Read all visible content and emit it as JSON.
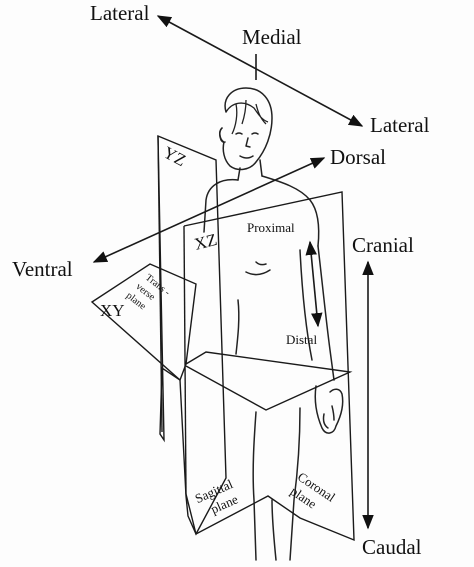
{
  "labels": {
    "lateral_left": "Lateral",
    "medial": "Medial",
    "lateral_right": "Lateral",
    "dorsal": "Dorsal",
    "ventral": "Ventral",
    "cranial": "Cranial",
    "caudal": "Caudal",
    "proximal": "Proximal",
    "distal": "Distal",
    "yz": "YZ",
    "xz": "XZ",
    "xy": "XY",
    "transverse_line1": "Trans -",
    "transverse_line2": "verse",
    "transverse_line3": "plane",
    "sagittal_line1": "Sagittal",
    "sagittal_line2": "plane",
    "coronal_line1": "Coronal",
    "coronal_line2": "plane"
  },
  "colors": {
    "ink": "#111111",
    "background": "#fdfdfd"
  }
}
